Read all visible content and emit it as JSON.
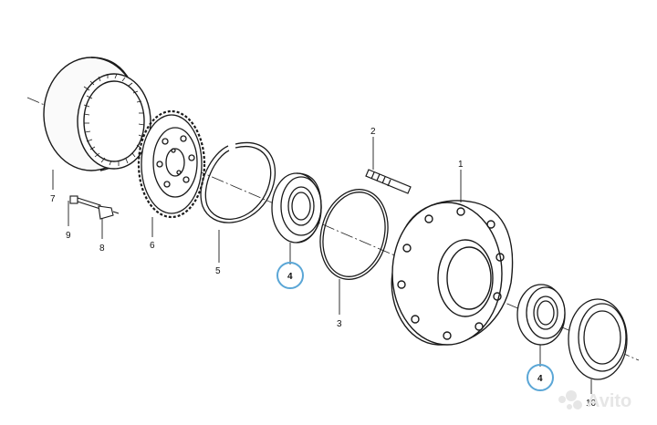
{
  "labels": {
    "p1": "1",
    "p2": "2",
    "p3": "3",
    "p4a": "4",
    "p4b": "4",
    "p5": "5",
    "p6": "6",
    "p7": "7",
    "p8": "8",
    "p9": "9",
    "p10": "10"
  },
  "watermark": "Avito",
  "colors": {
    "line": "#1a1a1a",
    "callout_circle": "#5aa6d6",
    "watermark": "#e6e6e6"
  },
  "icons": {
    "watermark_logo": "avito-logo-icon"
  }
}
